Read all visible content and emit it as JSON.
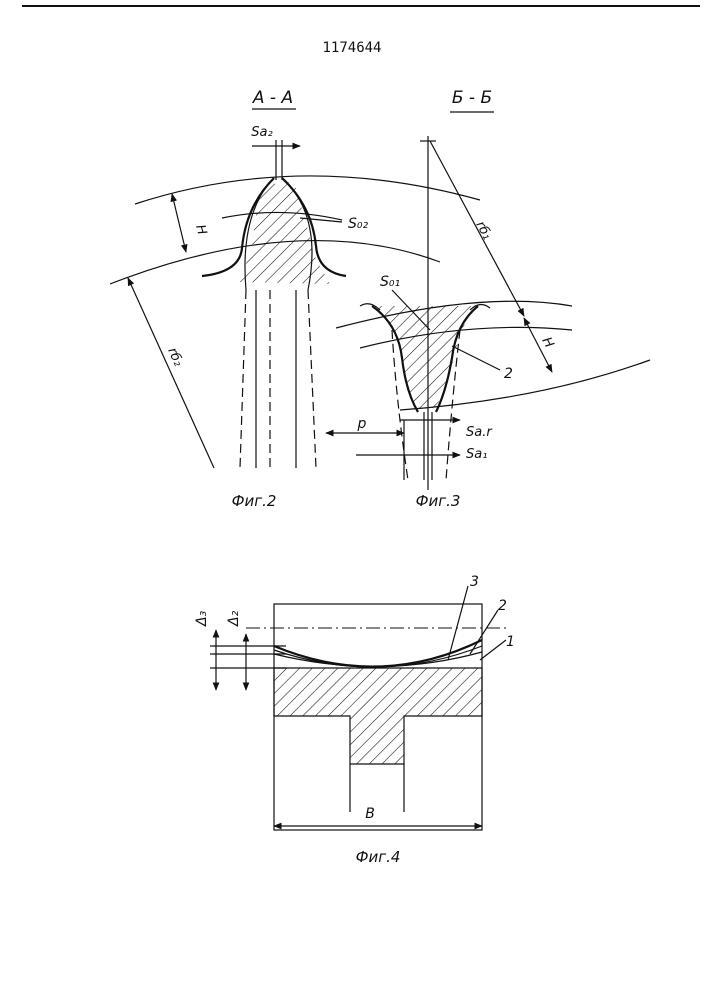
{
  "document": {
    "patent_number": "1174644"
  },
  "figure2": {
    "section_label": "A - A",
    "labels": {
      "sa2": "Sa₂",
      "so2": "S₀₂",
      "h": "H",
      "rb2": "rб₂"
    },
    "caption": "Фиг.2"
  },
  "figure3": {
    "section_label": "Б - Б",
    "labels": {
      "rb1": "rб₁",
      "so1": "S₀₁",
      "h": "H",
      "part2": "2",
      "p": "p",
      "sar": "Sa.r",
      "sa1": "Sa₁"
    },
    "caption": "Фиг.3"
  },
  "figure4": {
    "labels": {
      "delta3": "Δ₃",
      "delta2": "Δ₂",
      "part1": "1",
      "part2": "2",
      "part3": "3",
      "b": "B"
    },
    "caption": "Фиг.4"
  },
  "icons": [
    "hatched-section-icon",
    "dimension-arrow-icon"
  ]
}
